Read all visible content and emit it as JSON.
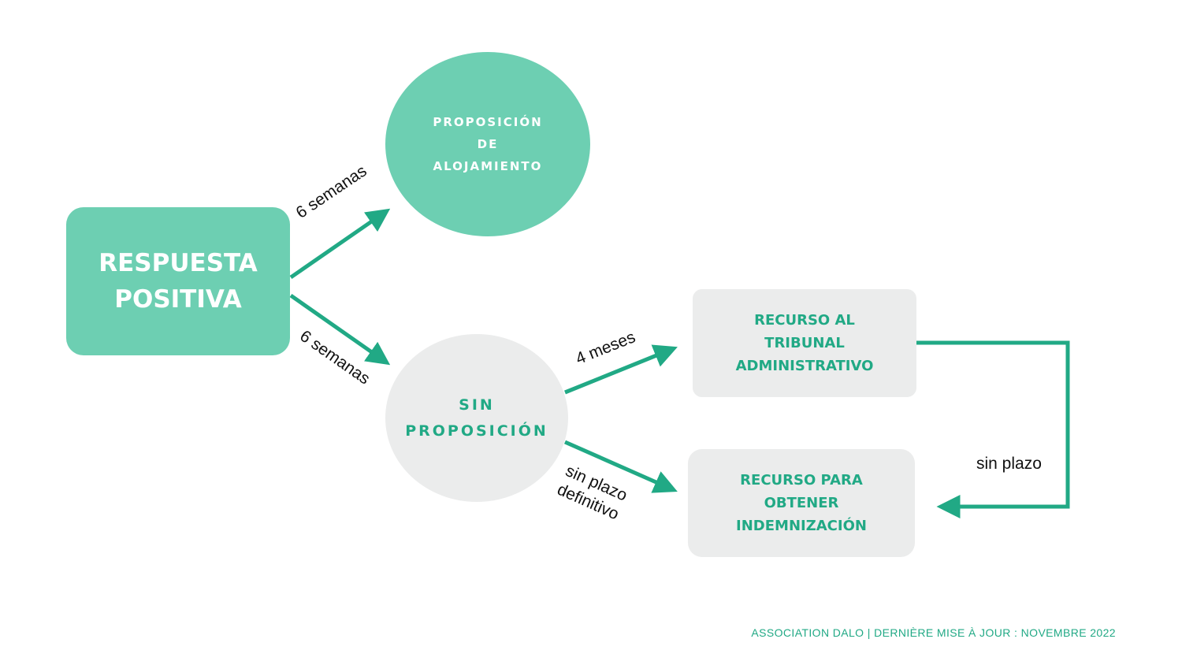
{
  "nodes": {
    "start": {
      "lines": [
        "RESPUESTA",
        "POSITIVA"
      ]
    },
    "proposal": {
      "lines": [
        "PROPOSICIÓN",
        "DE",
        "ALOJAMIENTO"
      ]
    },
    "no_proposal": {
      "lines": [
        "SIN",
        "PROPOSICIÓN"
      ]
    },
    "tribunal": {
      "lines": [
        "RECURSO AL",
        "TRIBUNAL",
        "ADMINISTRATIVO"
      ]
    },
    "indemnization": {
      "lines": [
        "RECURSO PARA",
        "OBTENER",
        "INDEMNIZACIÓN"
      ]
    }
  },
  "edges": {
    "to_proposal": "6 semanas",
    "to_no_proposal": "6 semanas",
    "to_tribunal": "4 meses",
    "to_indemnization_lines": [
      "sin plazo",
      "definitivo"
    ],
    "tribunal_to_indemnization": "sin plazo"
  },
  "footer": "ASSOCIATION DALO  | DERNIÈRE MISE À JOUR :  NOVEMBRE 2022",
  "colors": {
    "accent": "#21a985",
    "teal_fill": "#6dcfb2",
    "grey_fill": "#ebecec",
    "white_text": "#ffffff"
  }
}
